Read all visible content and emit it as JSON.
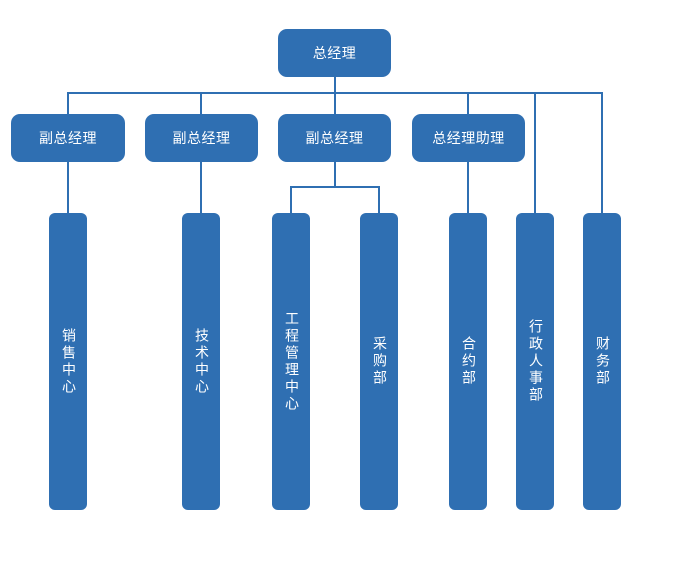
{
  "colors": {
    "box": "#2f6fb2",
    "connector": "#2f6fb2",
    "text": "#ffffff",
    "background": "#ffffff"
  },
  "org": {
    "root": "总经理",
    "level2": [
      "副总经理",
      "副总经理",
      "副总经理",
      "总经理助理"
    ],
    "departments": [
      "销售中心",
      "技术中心",
      "工程管理中心",
      "采购部",
      "合约部",
      "行政人事部",
      "财务部"
    ]
  }
}
